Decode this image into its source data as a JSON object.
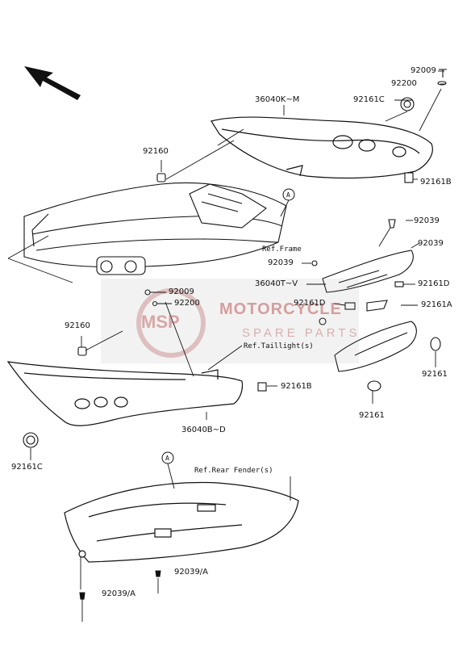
{
  "labels": {
    "p92009_top": "92009",
    "p92200_top": "92200",
    "p36040KM": "36040K~M",
    "p92161C_top": "92161C",
    "p92160_top": "92160",
    "p92161B_top": "92161B",
    "p92039_r1": "92039",
    "p92039_r2": "92039",
    "p92039_mid": "92039",
    "p36040TV": "36040T~V",
    "p92161D_r": "92161D",
    "p92161D_m": "92161D",
    "p92161A": "92161A",
    "p92009_mid": "92009",
    "p92200_mid": "92200",
    "p92160_mid": "92160",
    "p92161_r": "92161",
    "p92161_b": "92161",
    "p92161B_bot": "92161B",
    "p36040BD": "36040B~D",
    "p92161C_bot": "92161C",
    "p92039A_1": "92039/A",
    "p92039A_2": "92039/A"
  },
  "refs": {
    "frame": "Ref.Frame",
    "taillight": "Ref.Taillight(s)",
    "rear_fender": "Ref.Rear Fender(s)"
  },
  "markers": {
    "a": "A"
  },
  "watermark": {
    "logo": "MSP",
    "title": "MOTORCYCLE",
    "subtitle": "SPARE PARTS",
    "color": "#c05a5a"
  },
  "colors": {
    "line": "#111111",
    "background": "#ffffff"
  }
}
